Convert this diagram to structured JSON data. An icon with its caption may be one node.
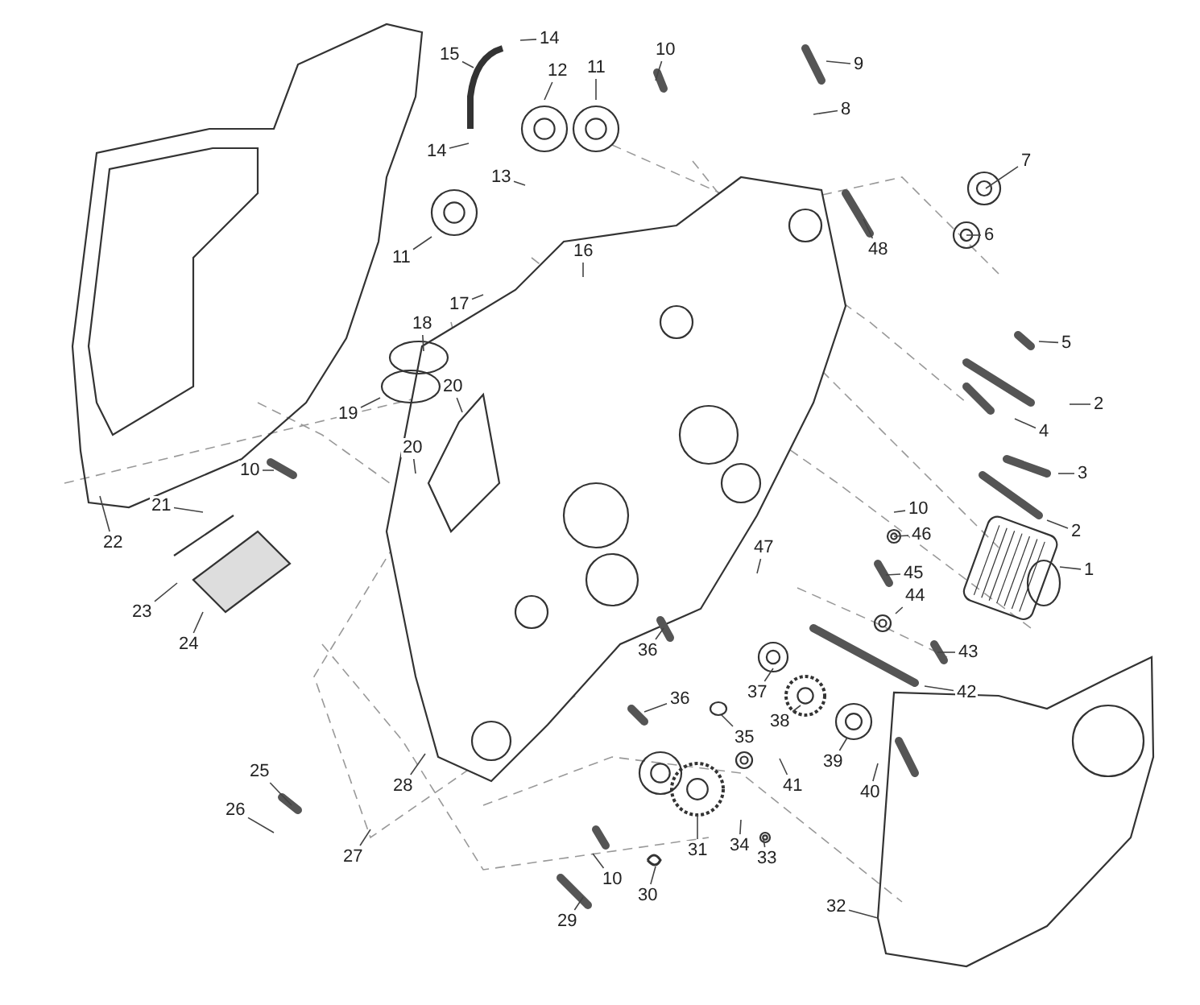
{
  "diagram": {
    "nodes": [
      {
        "text": [
          "1"
        ]
      },
      {
        "text": [
          "2"
        ]
      },
      {
        "text": [
          "2"
        ]
      },
      {
        "text": [
          "3"
        ]
      },
      {
        "text": [
          "4"
        ]
      },
      {
        "text": [
          "5"
        ]
      },
      {
        "text": [
          "6"
        ]
      },
      {
        "text": [
          "7"
        ]
      },
      {
        "text": [
          "8"
        ]
      },
      {
        "text": [
          "9"
        ]
      },
      {
        "text": [
          "10"
        ]
      },
      {
        "text": [
          "11"
        ]
      },
      {
        "text": [
          "12"
        ]
      },
      {
        "text": [
          "13"
        ]
      },
      {
        "text": [
          "14"
        ]
      },
      {
        "text": [
          "14"
        ]
      },
      {
        "text": [
          "15"
        ]
      },
      {
        "text": [
          "16"
        ]
      },
      {
        "text": [
          "17"
        ]
      },
      {
        "text": [
          "18"
        ]
      },
      {
        "text": [
          "11"
        ]
      },
      {
        "text": [
          "19"
        ]
      },
      {
        "text": [
          "20"
        ]
      },
      {
        "text": [
          "20"
        ]
      },
      {
        "text": [
          "10"
        ]
      },
      {
        "text": [
          "21"
        ]
      },
      {
        "text": [
          "22"
        ]
      },
      {
        "text": [
          "23"
        ]
      },
      {
        "text": [
          "24"
        ]
      },
      {
        "text": [
          "25"
        ]
      },
      {
        "text": [
          "26"
        ]
      },
      {
        "text": [
          "27"
        ]
      },
      {
        "text": [
          "28"
        ]
      },
      {
        "text": [
          "29"
        ]
      },
      {
        "text": [
          "30"
        ]
      },
      {
        "text": [
          "10"
        ]
      },
      {
        "text": [
          "31"
        ]
      },
      {
        "text": [
          "32"
        ]
      },
      {
        "text": [
          "33"
        ]
      },
      {
        "text": [
          "34"
        ]
      },
      {
        "text": [
          "35"
        ]
      },
      {
        "text": [
          "36"
        ]
      },
      {
        "text": [
          "36"
        ]
      },
      {
        "text": [
          "37"
        ]
      },
      {
        "text": [
          "38"
        ]
      },
      {
        "text": [
          "39"
        ]
      },
      {
        "text": [
          "40"
        ]
      },
      {
        "text": [
          "41"
        ]
      },
      {
        "text": [
          "42"
        ]
      },
      {
        "text": [
          "43"
        ]
      },
      {
        "text": [
          "44"
        ]
      },
      {
        "text": [
          "45"
        ]
      },
      {
        "text": [
          "46"
        ]
      },
      {
        "text": [
          "47"
        ]
      },
      {
        "text": [
          "48"
        ]
      },
      {
        "text": [
          "10"
        ]
      }
    ],
    "edges": [
      {
        "from": 0,
        "to": null,
        "arrow": "none"
      },
      {
        "from": 1,
        "to": null,
        "arrow": "none"
      },
      {
        "from": 2,
        "to": null,
        "arrow": "none"
      },
      {
        "from": 3,
        "to": null,
        "arrow": "none"
      },
      {
        "from": 4,
        "to": null,
        "arrow": "none"
      },
      {
        "from": 5,
        "to": null,
        "arrow": "none"
      },
      {
        "from": 6,
        "to": null,
        "arrow": "none"
      },
      {
        "from": 7,
        "to": null,
        "arrow": "none"
      },
      {
        "from": 8,
        "to": null,
        "arrow": "none"
      },
      {
        "from": 9,
        "to": null,
        "arrow": "none"
      },
      {
        "from": 10,
        "to": null,
        "arrow": "none"
      },
      {
        "from": 11,
        "to": null,
        "arrow": "none"
      },
      {
        "from": 12,
        "to": null,
        "arrow": "none"
      },
      {
        "from": 13,
        "to": null,
        "arrow": "none"
      },
      {
        "from": 14,
        "to": null,
        "arrow": "none"
      },
      {
        "from": 15,
        "to": null,
        "arrow": "none"
      },
      {
        "from": 16,
        "to": null,
        "arrow": "none"
      },
      {
        "from": 17,
        "to": null,
        "arrow": "none"
      },
      {
        "from": 18,
        "to": null,
        "arrow": "none"
      },
      {
        "from": 19,
        "to": null,
        "arrow": "none"
      },
      {
        "from": 20,
        "to": null,
        "arrow": "none"
      },
      {
        "from": 21,
        "to": null,
        "arrow": "none"
      },
      {
        "from": 22,
        "to": null,
        "arrow": "none"
      },
      {
        "from": 23,
        "to": null,
        "arrow": "none"
      },
      {
        "from": 24,
        "to": null,
        "arrow": "none"
      },
      {
        "from": 25,
        "to": null,
        "arrow": "none"
      },
      {
        "from": 26,
        "to": null,
        "arrow": "none"
      },
      {
        "from": 27,
        "to": null,
        "arrow": "none"
      },
      {
        "from": 28,
        "to": null,
        "arrow": "none"
      },
      {
        "from": 29,
        "to": null,
        "arrow": "none"
      },
      {
        "from": 30,
        "to": null,
        "arrow": "none"
      },
      {
        "from": 31,
        "to": null,
        "arrow": "none"
      },
      {
        "from": 32,
        "to": null,
        "arrow": "none"
      },
      {
        "from": 33,
        "to": null,
        "arrow": "none"
      },
      {
        "from": 34,
        "to": null,
        "arrow": "none"
      },
      {
        "from": 35,
        "to": null,
        "arrow": "none"
      },
      {
        "from": 36,
        "to": null,
        "arrow": "none"
      },
      {
        "from": 37,
        "to": null,
        "arrow": "none"
      },
      {
        "from": 38,
        "to": null,
        "arrow": "none"
      },
      {
        "from": 39,
        "to": null,
        "arrow": "none"
      },
      {
        "from": 40,
        "to": null,
        "arrow": "none"
      },
      {
        "from": 41,
        "to": null,
        "arrow": "none"
      },
      {
        "from": 42,
        "to": null,
        "arrow": "none"
      },
      {
        "from": 43,
        "to": null,
        "arrow": "none"
      },
      {
        "from": 44,
        "to": null,
        "arrow": "none"
      },
      {
        "from": 45,
        "to": null,
        "arrow": "none"
      },
      {
        "from": 46,
        "to": null,
        "arrow": "none"
      },
      {
        "from": 47,
        "to": null,
        "arrow": "none"
      },
      {
        "from": 48,
        "to": null,
        "arrow": "none"
      },
      {
        "from": 49,
        "to": null,
        "arrow": "none"
      },
      {
        "from": 50,
        "to": null,
        "arrow": "none"
      },
      {
        "from": 51,
        "to": null,
        "arrow": "none"
      },
      {
        "from": 52,
        "to": null,
        "arrow": "none"
      },
      {
        "from": 53,
        "to": null,
        "arrow": "none"
      },
      {
        "from": 54,
        "to": null,
        "arrow": "none"
      },
      {
        "from": 55,
        "to": null,
        "arrow": "none"
      }
    ]
  }
}
